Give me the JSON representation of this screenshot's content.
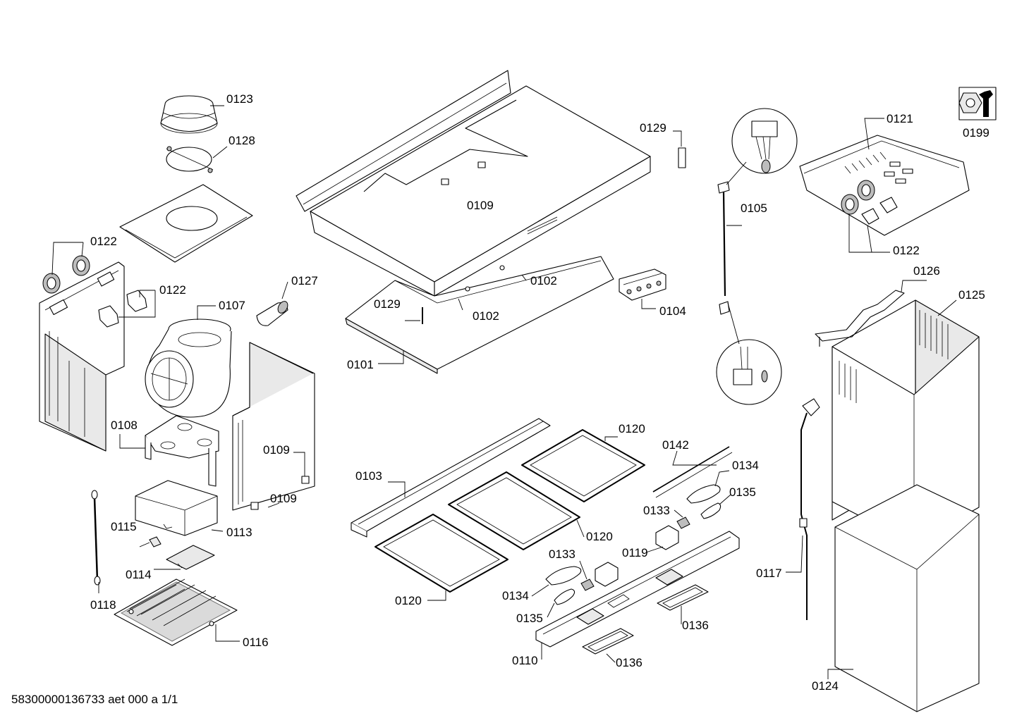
{
  "document_id": "58300000136733 aet 000 a 1/1",
  "labels": {
    "l0123": "0123",
    "l0128": "0128",
    "l0122a": "0122",
    "l0122b": "0122",
    "l0107": "0107",
    "l0127": "0127",
    "l0108": "0108",
    "l0109a": "0109",
    "l0109b": "0109",
    "l0109c": "0109",
    "l0113": "0113",
    "l0115": "0115",
    "l0114": "0114",
    "l0118": "0118",
    "l0116": "0116",
    "l0129a": "0129",
    "l0129b": "0129",
    "l0102a": "0102",
    "l0102b": "0102",
    "l0101": "0101",
    "l0104": "0104",
    "l0105": "0105",
    "l0121": "0121",
    "l0122c": "0122",
    "l0199": "0199",
    "l0126": "0126",
    "l0125": "0125",
    "l0120a": "0120",
    "l0120b": "0120",
    "l0120c": "0120",
    "l0103": "0103",
    "l0142": "0142",
    "l0134a": "0134",
    "l0135a": "0135",
    "l0133a": "0133",
    "l0119": "0119",
    "l0133b": "0133",
    "l0134b": "0134",
    "l0135b": "0135",
    "l0136a": "0136",
    "l0136b": "0136",
    "l0110": "0110",
    "l0117": "0117",
    "l0124": "0124"
  },
  "icons": {
    "service_icon": "wrench-nut-icon"
  }
}
